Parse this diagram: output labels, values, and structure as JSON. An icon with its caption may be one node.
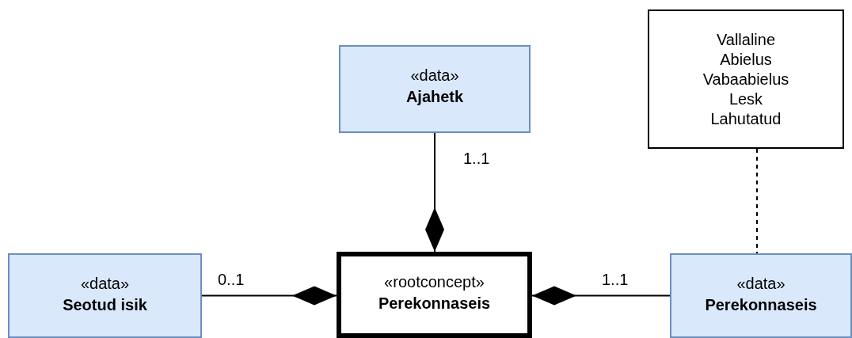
{
  "diagram": {
    "nodes": [
      {
        "text": [
          "«data»",
          "Ajahetk"
        ]
      },
      {
        "text": [
          "Vallaline",
          "Abielus",
          "Vabaabielus",
          "Lesk",
          "Lahutatud"
        ]
      },
      {
        "text": [
          "«data»",
          "Seotud isik"
        ]
      },
      {
        "text": [
          "«rootconcept»",
          "Perekonnaseis"
        ]
      },
      {
        "text": [
          "«data»",
          "Perekonnaseis"
        ]
      }
    ],
    "edges": [
      {
        "from": 0,
        "to": 3,
        "arrow": "other",
        "label": "1..1"
      },
      {
        "from": 2,
        "to": 3,
        "arrow": "other",
        "label": "0..1"
      },
      {
        "from": 4,
        "to": 3,
        "arrow": "other",
        "label": "1..1"
      },
      {
        "from": 1,
        "to": 4,
        "arrow": "none",
        "style": "dashed"
      }
    ]
  }
}
